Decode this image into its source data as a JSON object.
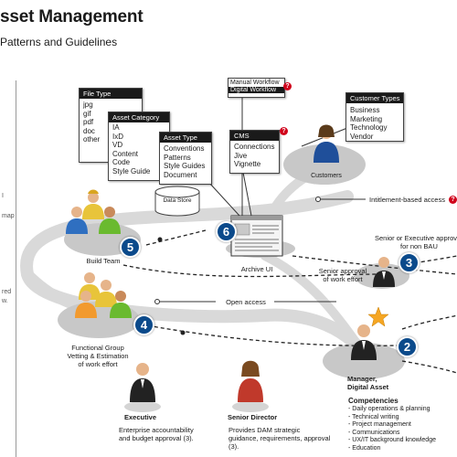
{
  "header": {
    "title": "sset Management",
    "subtitle": "Patterns and Guidelines"
  },
  "left_fragments": [
    "I",
    "map",
    "red",
    "w."
  ],
  "boxes": {
    "file_type": {
      "title": "File Type",
      "items": [
        "jpg",
        "gif",
        "pdf",
        "doc",
        "other"
      ]
    },
    "asset_category": {
      "title": "Asset Category",
      "items": [
        "IA",
        "IxD",
        "VD",
        "Content",
        "Code",
        "Style Guide"
      ]
    },
    "asset_type": {
      "title": "Asset Type",
      "items": [
        "Conventions",
        "Patterns",
        "Style Guides",
        "Document"
      ]
    },
    "workflow": {
      "line1": "Manual Workflow",
      "line2": "Digital Workflow"
    },
    "cms": {
      "title": "CMS",
      "items": [
        "Connections",
        "Jive",
        "Vignette"
      ]
    },
    "customer_types": {
      "title": "Customer Types",
      "items": [
        "Business",
        "Marketing",
        "Technology",
        "Vendor"
      ]
    }
  },
  "qmark": "?",
  "labels": {
    "data_store": "Data Store",
    "customers": "Customers",
    "archive_ui": "Archive UI",
    "entitlement": "Intitlement-based access",
    "open_access": "Open access",
    "build_team": "Build Team",
    "functional_group": [
      "Functional Group",
      "Vetting & Estimation",
      "of work effort"
    ],
    "senior_exec_approval": [
      "Senior or Executive approv",
      "for non BAU"
    ],
    "senior_approval": [
      "Senior approval",
      "of work effort"
    ],
    "manager": [
      "Manager,",
      "Digital Asset"
    ]
  },
  "badges": {
    "b6": "6",
    "b5": "5",
    "b4": "4",
    "b3": "3",
    "b2": "2"
  },
  "competencies": {
    "title": "Competencies",
    "items": [
      "- Daily operations & planning",
      "- Technical writing",
      "- Project management",
      "- Communications",
      "- UX/IT background knowledge",
      "- Education"
    ]
  },
  "executive": {
    "name": "Executive",
    "desc": [
      "Enterprise accountability",
      "and budget approval (3)."
    ]
  },
  "senior_director": {
    "name": "Senior Director",
    "desc": [
      "Provides DAM strategic",
      "guidance, requirements, approval",
      "(3)."
    ]
  },
  "colors": {
    "badge": "#0b4a8b",
    "qmark": "#d0021b",
    "star": "#f5a623",
    "track": "#d9d9d9",
    "platform": "#c8c8c8"
  }
}
